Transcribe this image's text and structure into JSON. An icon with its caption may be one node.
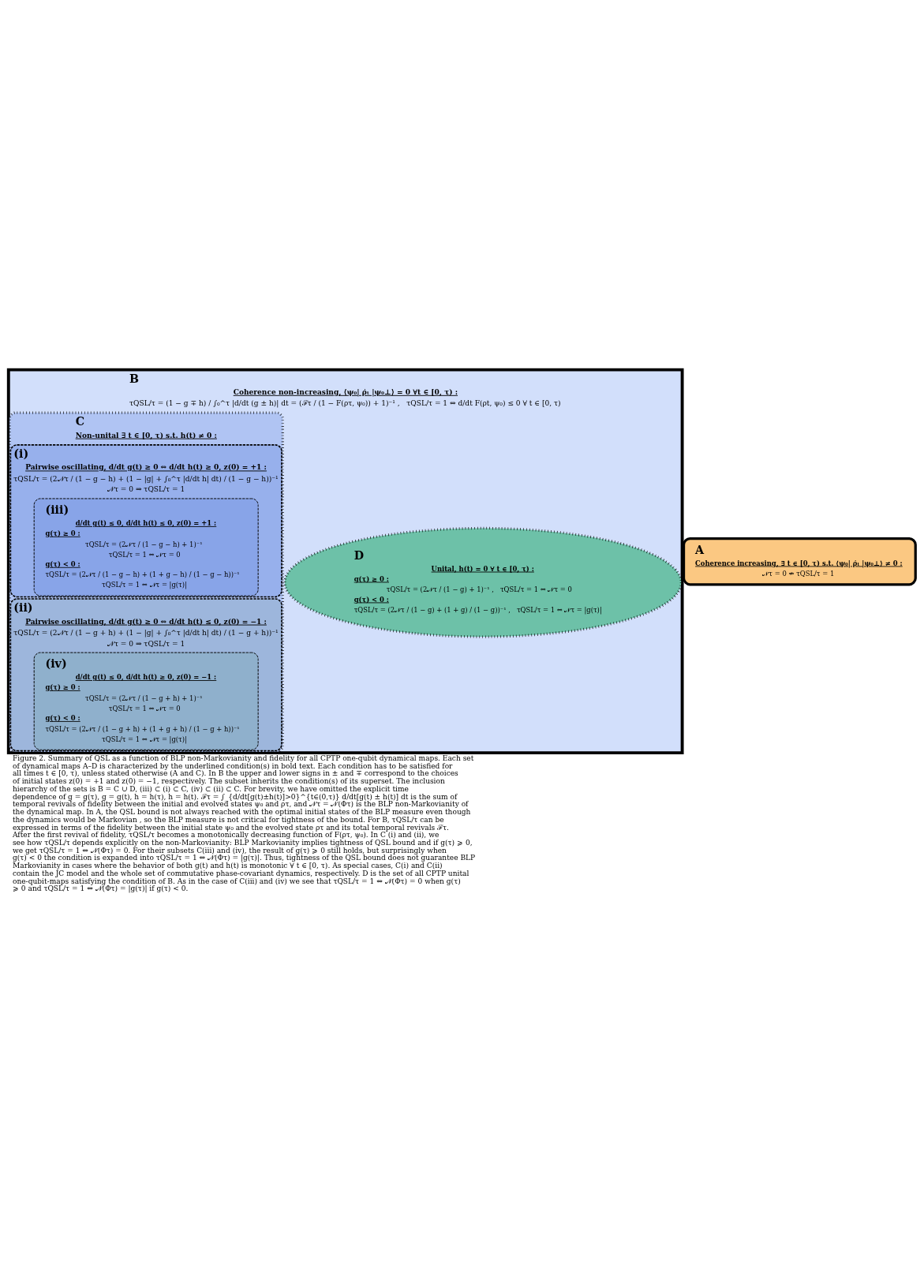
{
  "diagram": {
    "caption": "Figure 2. Summary of QSL as a function of BLP non-Markovianity and fidelity for all CPTP one-qubit dynamical maps. Each set of dynamical maps A–D is characterized by the underlined condition(s) in bold text. Each condition has to be satisfied for all times t ∈ [0, τ), unless stated otherwise (A and C). In B the upper and lower signs in ± and ∓ correspond to the choices of initial states z(0) = +1 and z(0) = −1, respectively. The subset inherits the condition(s) of its superset. The inclusion hierarchy of the sets is B = C ∪ D, (iii) ⊂ (i) ⊂ C, (iv) ⊂ (ii) ⊂ C. For brevity, we have omitted the explicit time dependence of g = g(τ), g = g(t), h = h(τ), h = h(t). ℱτ = ∫_{d/dt[g(t)±h(t)]>0}^{t∈(0,τ)} d/dt[g(t) ± h(t)] dt is the sum of temporal revivals of fidelity between the initial and evolved states ψ₀ and ρτ, and 𝒩τ = 𝒩(Φτ) is the BLP non-Markovianity of the dynamical map. In A, the QSL bound is not always reached with the optimal initial states of the BLP measure even though the dynamics would be Markovian , so the BLP measure is not critical for tightness of the bound. For B, τQSL/τ can be expressed in terms of the fidelity between the initial state ψ₀ and the evolved state ρτ and its total temporal revivals ℱτ. After the first revival of fidelity, τQSL/τ becomes a monotonically decreasing function of F(ρτ, ψ₀). In C (i) and (ii), we see how τQSL/τ depends explicitly on the non-Markovianity: BLP Markovianity implies tightness of QSL bound and if g(τ) ⩾ 0, we get τQSL/τ = 1 ⇔ 𝒩(Φτ) = 0. For their subsets C(iii) and (iv), the result of g(τ) ⩾ 0 still holds, but surprisingly when g(τ) < 0 the condition is expanded into τQSL/τ = 1 ⇔ 𝒩(Φτ) = |g(τ)|. Thus, tightness of the QSL bound does not guarantee BLP Markovianity in cases where the behavior of both g(t) and h(t) is monotonic ∀ t ∈ [0, τ). As special cases, C(i) and C(ii) contain the JC model and the whole set of commutative phase-covariant dynamics, respectively. D is the set of all CPTP unital one-qubit-maps satisfying the condition of B. As in the case of C(iii) and (iv) we see that τQSL/τ = 1 ⇔ 𝒩(Φτ) = 0 when g(τ) ⩾ 0 and τQSL/τ = 1 ⇔ 𝒩(Φτ) = |g(τ)| if g(τ) < 0.",
    "nodes": [
      {
        "text": [
          "A",
          "Coherence increasing, ∃ t ∈ [0, τ) s.t. ⟨ψ₀| ρ̇ₜ |ψ₀⊥⟩ ≠ 0 :",
          "𝒩τ = 0 ⇏ τQSL/τ = 1"
        ]
      },
      {
        "text": [
          "B",
          "Coherence non-increasing, ⟨ψ₀| ρ̇ₜ |ψ₀⊥⟩ = 0 ∀t ∈ [0, τ) :",
          "τQSL/τ = (1 − g ∓ h) / ∫₀^τ |d/dt (g ± h)| dt = (ℱτ / (1 − F(ρτ, ψ₀)) + 1)⁻¹ ,   τQSL/τ = 1 ⇔ d/dt F(ρt, ψ₀) ≤ 0 ∀ t ∈ [0, τ)"
        ]
      },
      {
        "text": [
          "C",
          "Non-unital ∃ t ∈ [0, τ) s.t. h(t) ≠ 0 :"
        ],
        "in": 1
      },
      {
        "text": [
          "(i)",
          "Pairwise oscillating, d/dt g(t) ≥ 0 ⇔ d/dt h(t) ≥ 0, z(0) = +1 :",
          "τQSL/τ = (2𝒩τ / (1 − g − h) + (1 − |g| + ∫₀^τ |d/dt h| dt) / (1 − g − h))⁻¹",
          "𝒩τ = 0 ⇒ τQSL/τ = 1"
        ],
        "in": 2
      },
      {
        "text": [
          "(iii)",
          "d/dt g(t) ≤ 0, d/dt h(t) ≤ 0, z(0) = +1 :",
          "g(τ) ≥ 0 :",
          "τQSL/τ = (2𝒩τ / (1 − g − h) + 1)⁻¹",
          "τQSL/τ = 1 ⇔ 𝒩τ = 0",
          "g(τ) < 0 :",
          "τQSL/τ = (2𝒩τ / (1 − g − h) + (1 + g − h) / (1 − g − h))⁻¹",
          "τQSL/τ = 1 ⇔ 𝒩τ = |g(τ)|"
        ],
        "in": 3
      },
      {
        "text": [
          "(ii)",
          "Pairwise oscillating, d/dt g(t) ≥ 0 ⇔ d/dt h(t) ≤ 0, z(0) = −1 :",
          "τQSL/τ = (2𝒩τ / (1 − g + h) + (1 − |g| + ∫₀^τ |d/dt h| dt) / (1 − g + h))⁻¹",
          "𝒩τ = 0 ⇒ τQSL/τ = 1"
        ],
        "in": 2
      },
      {
        "text": [
          "(iv)",
          "d/dt g(t) ≤ 0, d/dt h(t) ≥ 0, z(0) = −1 :",
          "g(τ) ≥ 0 :",
          "τQSL/τ = (2𝒩τ / (1 − g + h) + 1)⁻¹",
          "τQSL/τ = 1 ⇔ 𝒩τ = 0",
          "g(τ) < 0 :",
          "τQSL/τ = (2𝒩τ / (1 − g + h) + (1 + g + h) / (1 − g + h))⁻¹",
          "τQSL/τ = 1 ⇔ 𝒩τ = |g(τ)|"
        ],
        "in": 5
      },
      {
        "text": [
          "D",
          "Unital, h(t) = 0 ∀ t ∈ [0, τ) :",
          "g(τ) ≥ 0 :",
          "τQSL/τ = (2𝒩τ / (1 − g) + 1)⁻¹ ,   τQSL/τ = 1 ⇔ 𝒩τ = 0",
          "g(τ) < 0 :",
          "τQSL/τ = (2𝒩τ / (1 − g) + (1 + g) / (1 − g))⁻¹ ,   τQSL/τ = 1 ⇔ 𝒩τ = |g(τ)|"
        ],
        "in": 1
      }
    ],
    "edges": []
  }
}
